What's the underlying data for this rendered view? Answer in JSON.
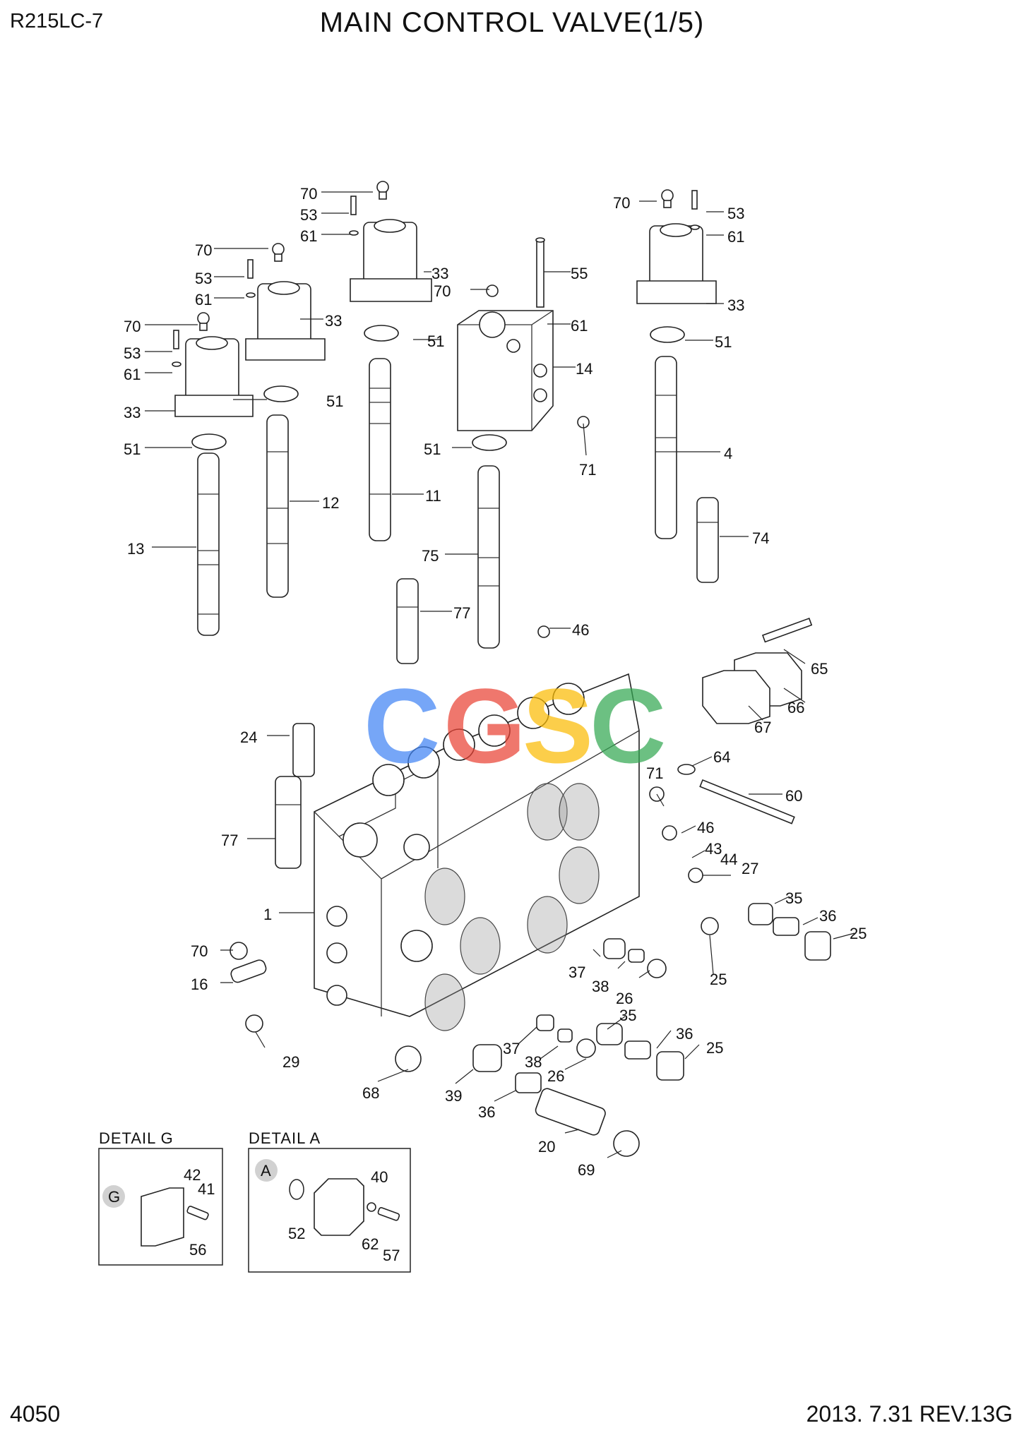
{
  "header": {
    "model": "R215LC-7",
    "title": "MAIN CONTROL VALVE(1/5)"
  },
  "footer": {
    "page_number": "4050",
    "revision": "2013. 7.31  REV.13G"
  },
  "watermark": {
    "letters": [
      "C",
      "G",
      "S",
      "C"
    ],
    "colors": [
      "#4285F4",
      "#EA4335",
      "#FBBC05",
      "#34A853"
    ]
  },
  "details": [
    {
      "title": "DETAIL  G",
      "marker": "G",
      "callouts": [
        "42",
        "41",
        "56"
      ]
    },
    {
      "title": "DETAIL  A",
      "marker": "A",
      "callouts": [
        "40",
        "52",
        "62",
        "57"
      ]
    }
  ],
  "callouts": [
    "70",
    "53",
    "61",
    "33",
    "70",
    "53",
    "61",
    "33",
    "70",
    "53",
    "61",
    "33",
    "55",
    "70",
    "61",
    "14",
    "71",
    "51",
    "51",
    "51",
    "51",
    "51",
    "70",
    "53",
    "61",
    "33",
    "51",
    "4",
    "11",
    "12",
    "13",
    "75",
    "74",
    "77",
    "46",
    "65",
    "66",
    "67",
    "64",
    "71",
    "60",
    "46",
    "43",
    "44",
    "27",
    "24",
    "77",
    "1",
    "35",
    "36",
    "25",
    "37",
    "38",
    "26",
    "25",
    "70",
    "16",
    "29",
    "68",
    "39",
    "37",
    "38",
    "26",
    "36",
    "35",
    "36",
    "25",
    "20",
    "69"
  ]
}
